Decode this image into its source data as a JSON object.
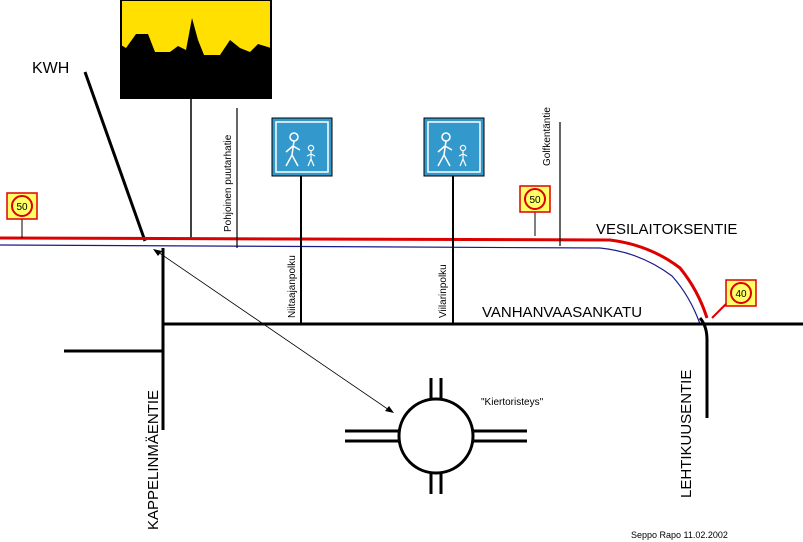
{
  "map": {
    "labels": {
      "kwh": "KWH",
      "vesilaitoksentie": "VESILAITOKSENTIE",
      "vanhanvaasankatu": "VANHANVAASANKATU",
      "kappelinmaentie": "KAPPELINMÄENTIE",
      "lehtikuusentie": "LEHTIKUUSENTIE",
      "pohjoinen_puutarhatie": "Pohjoinen puutarhatie",
      "golfkentantie": "Golfkentäntie",
      "niittaajanpolku": "Niitaajanpolku",
      "viilarinpolku": "Viilarinpolku",
      "kiertoristeys": "\"Kiertoristeys\"",
      "author": "Seppo Rapo 11.02.2002"
    },
    "speed_signs": [
      "50",
      "50",
      "40"
    ],
    "icons": [
      "factory-silhouette-icon",
      "pedestrian-path-icon",
      "pedestrian-path-icon",
      "speed-limit-sign-icon"
    ],
    "colors": {
      "main_road": "#dd0000",
      "parallel_road": "#1a1a8c",
      "speed_sign_bg": "#ffff66",
      "speed_sign_ring": "#dd0000",
      "pedestrian_sign_bg": "#3399cc",
      "factory_sky": "#ffe000"
    }
  }
}
